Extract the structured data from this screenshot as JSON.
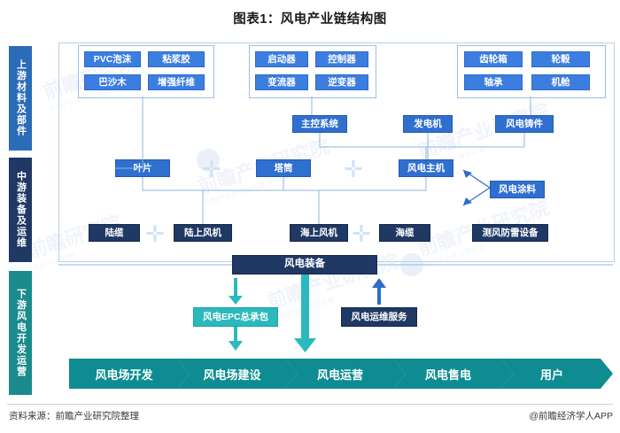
{
  "title": "图表1：风电产业链结构图",
  "footer": {
    "source": "资料来源：前瞻产业研究院整理",
    "app": "@前瞻经济学人APP"
  },
  "watermark": {
    "brand": "前瞻产业研究院",
    "sub": "中国产业咨询领导者 400-639-9936"
  },
  "stages": [
    {
      "id": "upstream",
      "label": "上游材料及部件",
      "color": "#2b6cb8"
    },
    {
      "id": "midstream",
      "label": "中游装备及运维",
      "color": "#1f3864"
    },
    {
      "id": "downstream",
      "label": "下游风电开发运营",
      "color": "#1a8a8c"
    }
  ],
  "groups": [
    {
      "id": "materials",
      "items": [
        "PVC泡沫",
        "粘浆胶",
        "巴沙木",
        "增强纤维"
      ]
    },
    {
      "id": "electrical",
      "items": [
        "启动器",
        "控制器",
        "变流器",
        "逆变器"
      ]
    },
    {
      "id": "mechanical",
      "items": [
        "齿轮箱",
        "轮毂",
        "轴承",
        "机舱"
      ]
    }
  ],
  "row_components": [
    {
      "id": "main-control",
      "label": "主控系统"
    },
    {
      "id": "generator",
      "label": "发电机"
    },
    {
      "id": "castings",
      "label": "风电铸件"
    }
  ],
  "row_assemblies": [
    {
      "id": "blade",
      "label": "叶片"
    },
    {
      "id": "tower",
      "label": "塔筒"
    },
    {
      "id": "nacelle-unit",
      "label": "风电主机"
    }
  ],
  "coating": {
    "id": "coating",
    "label": "风电涂料"
  },
  "row_turbines": [
    {
      "id": "land-cable",
      "label": "陆缆"
    },
    {
      "id": "onshore-turbine",
      "label": "陆上风机"
    },
    {
      "id": "offshore-turbine",
      "label": "海上风机"
    },
    {
      "id": "sea-cable",
      "label": "海缆"
    },
    {
      "id": "wind-lightning",
      "label": "测风防雷设备"
    }
  ],
  "equipment": {
    "id": "equipment",
    "label": "风电装备"
  },
  "services": [
    {
      "id": "epc",
      "label": "风电EPC总承包",
      "color": "#2bb9bd"
    },
    {
      "id": "om",
      "label": "风电运维服务",
      "color": "#1f3864"
    }
  ],
  "value_chain": [
    {
      "id": "farm-dev",
      "label": "风电场开发"
    },
    {
      "id": "farm-build",
      "label": "风电场建设"
    },
    {
      "id": "operation",
      "label": "风电运营"
    },
    {
      "id": "power-sale",
      "label": "风电售电"
    },
    {
      "id": "user",
      "label": "用户"
    }
  ],
  "plus_symbol": "✛",
  "colors": {
    "blue": "#3c7de0",
    "navy": "#1f3864",
    "teal": "#0e8c91",
    "teal_light": "#2bb9bd",
    "line": "#8fb6e2",
    "plus": "#cfe2f7"
  }
}
